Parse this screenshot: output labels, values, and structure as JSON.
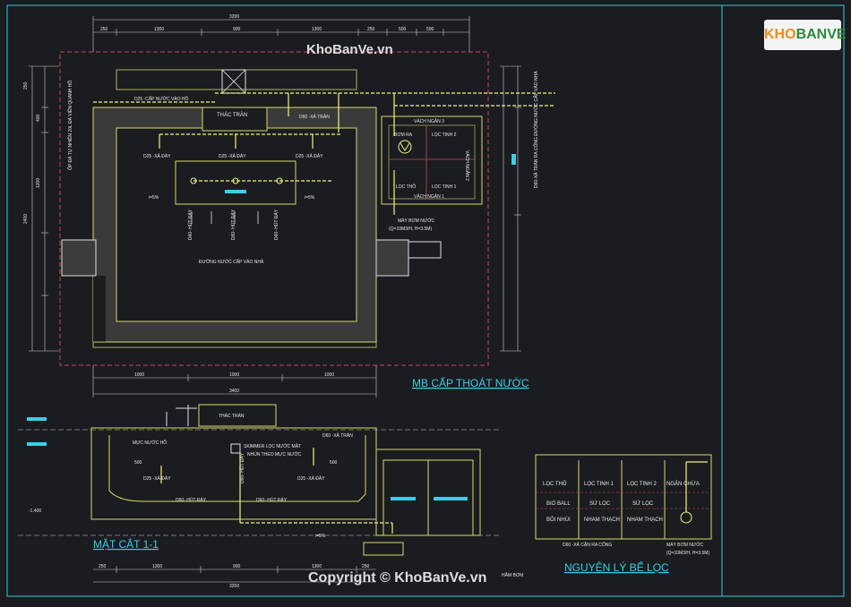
{
  "watermark": {
    "site": "KhoBanVe.vn",
    "copyright": "Copyright © KhoBanVe.vn"
  },
  "logo": {
    "part1": "KHO",
    "part2": "BANVE"
  },
  "plan": {
    "title": "MB CẤP THOÁT NƯỚC",
    "dims_top": [
      "3200",
      "250",
      "1300",
      "900",
      "1300",
      "250",
      "500",
      "500"
    ],
    "dims_bottom": [
      "1000",
      "1000",
      "1000",
      "3400"
    ],
    "dims_left": [
      "250",
      "400",
      "1200",
      "2400"
    ],
    "labels": {
      "d25_top": "D25 -CẤP NƯỚC VÀO HỒ",
      "thac_tran": "THÁC TRÀN",
      "d60_tran": "D60 -XẢ TRÀN",
      "vach_ngan_3": "VÁCH NGĂN 3",
      "bom_ra": "BƠM RA",
      "loc_tinh_2": "LỌC TINH 2",
      "vach_ngan_2": "VÁCH NGĂN 2",
      "loc_tho": "LỌC THÔ",
      "loc_tinh_1": "LỌC TINH 1",
      "vach_ngan_1": "VÁCH NGĂN 1",
      "d25_xa_day_a": "D25 -XẢ ĐÁY",
      "d25_xa_day_b": "D25 -XẢ ĐÁY",
      "d25_xa_day_c": "D25 -XẢ ĐÁY",
      "slope_a": "i=5%",
      "slope_b": "i=5%",
      "hut_day_a": "D60- HÚT ĐÁY",
      "hut_day_b": "D60- HÚT ĐÁY",
      "hut_day_c": "D60- HÚT ĐÁY",
      "duong_nuoc": "ĐƯỜNG NƯỚC CẤP VÀO NHÀ",
      "may_bom": "MÁY BƠM NƯỚC",
      "may_bom_spec": "(Q=10M3/H, H=3.5M)",
      "left_note": "ỐP ĐÁ TỰ NHIÊN 20L ĐÁ VIỀN QUANH HỒ",
      "right_note": "D60-XẢ TRÀN RA CỐNG ĐƯỜNG NƯỚC CẤP VÀO NHÀ"
    }
  },
  "section": {
    "title": "MẶT CẮT 1-1",
    "dims_bottom": [
      "250",
      "1300",
      "900",
      "1300",
      "250",
      "3200"
    ],
    "labels": {
      "thac_tran": "THÁC TRÀN",
      "muc_nuoc": "MỰC NƯỚC HỒ",
      "skimmer": "SKIMMER LỌC NƯỚC MẶT",
      "skimmer2": "NHÚN THEO MỰC NƯỚC",
      "d60_tran": "D60 -XẢ TRÀN",
      "d25_a": "D25 -XẢ ĐÁY",
      "d25_b": "D25 -XẢ ĐÁY",
      "d60_a": "D60- HÚT ĐÁY",
      "d60_b": "D60- HÚT ĐÁY",
      "hut_day": "D60- HÚT ĐÁY",
      "elev": "-1.400",
      "slope": "i=5%",
      "dim_a": "500",
      "dim_b": "500",
      "pump": "HẦM BƠM"
    }
  },
  "filter": {
    "title": "NGUYÊN LÝ BỂ LỌC",
    "headers": [
      "LỌC THÔ",
      "LỌC TINH 1",
      "LỌC TINH 2",
      "NGĂN CHỨA"
    ],
    "row2": [
      "BIO BALL",
      "SỨ LỌC",
      "SỨ LỌC"
    ],
    "row3": [
      "BÔI NHÙI",
      "NHAM THẠCH",
      "NHAM THẠCH"
    ],
    "outlet": "D60 -XẢ CẶN RA CỐNG",
    "pump": "MÁY BƠM NƯỚC",
    "pump_spec": "(Q=10M3/H, H=3.5M)"
  },
  "colors": {
    "yellow": "#f2f27a",
    "cyan": "#38d0e8",
    "frame": "#38c8d8",
    "wall": "#d8d86a",
    "red": "#c84858"
  }
}
